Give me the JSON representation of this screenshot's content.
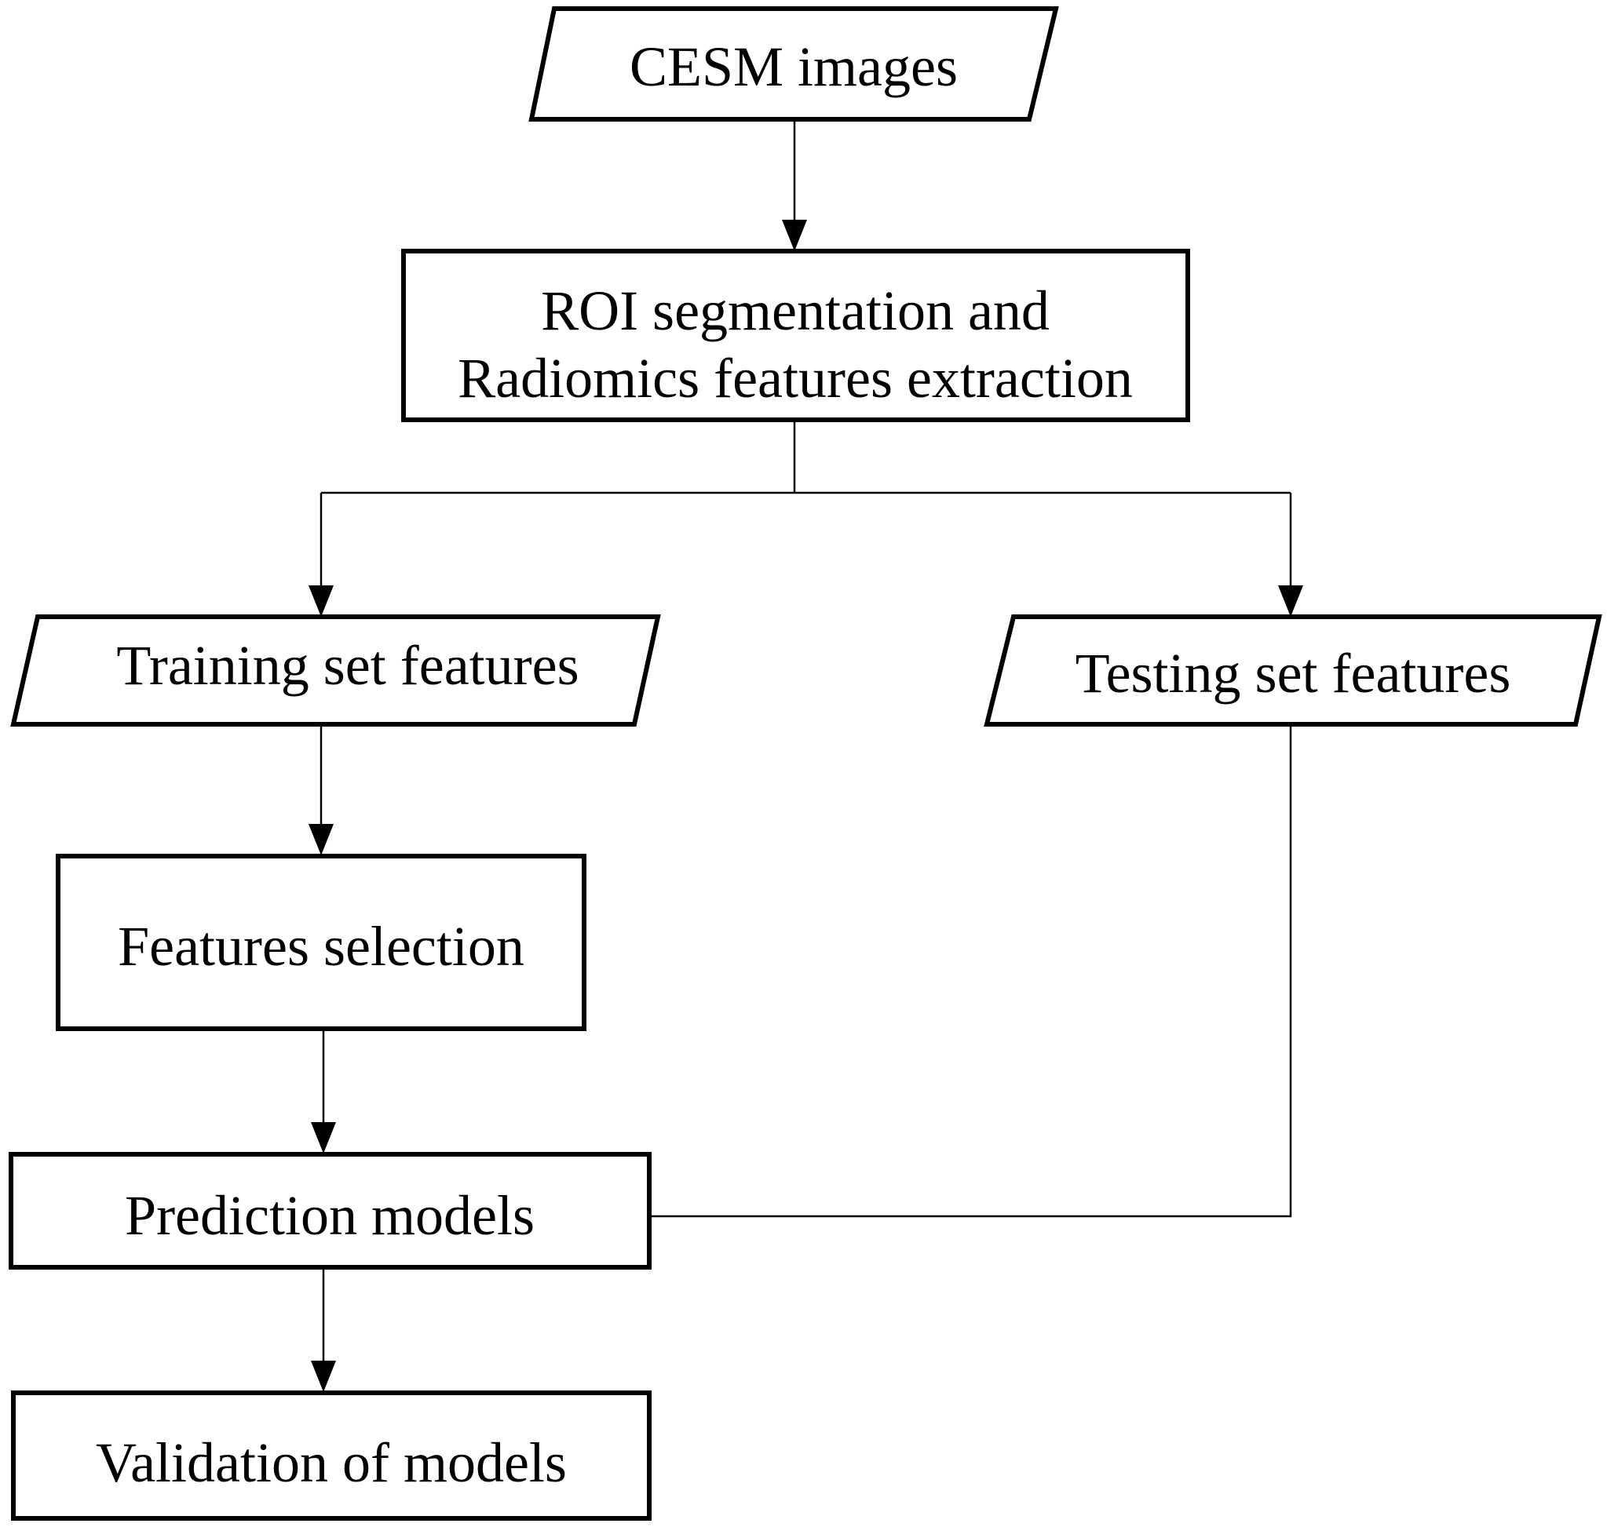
{
  "diagram": {
    "nodes": [
      {
        "id": "cesm-images",
        "shape": "parallelogram",
        "lines": [
          "CESM images"
        ]
      },
      {
        "id": "roi-extraction",
        "shape": "rectangle",
        "lines": [
          "ROI segmentation and",
          "Radiomics features extraction"
        ]
      },
      {
        "id": "training-set",
        "shape": "parallelogram",
        "lines": [
          "Training set features"
        ]
      },
      {
        "id": "testing-set",
        "shape": "parallelogram",
        "lines": [
          "Testing set features"
        ]
      },
      {
        "id": "features-selection",
        "shape": "rectangle",
        "lines": [
          "Features selection"
        ]
      },
      {
        "id": "prediction-models",
        "shape": "rectangle",
        "lines": [
          "Prediction models"
        ]
      },
      {
        "id": "validation",
        "shape": "rectangle",
        "lines": [
          "Validation of models"
        ]
      }
    ],
    "edges": [
      {
        "from": "cesm-images",
        "to": "roi-extraction",
        "arrow": true
      },
      {
        "from": "roi-extraction",
        "to": "training-set",
        "arrow": true
      },
      {
        "from": "roi-extraction",
        "to": "testing-set",
        "arrow": true
      },
      {
        "from": "training-set",
        "to": "features-selection",
        "arrow": true
      },
      {
        "from": "features-selection",
        "to": "prediction-models",
        "arrow": true
      },
      {
        "from": "testing-set",
        "to": "prediction-models",
        "arrow": false
      },
      {
        "from": "prediction-models",
        "to": "validation",
        "arrow": true
      }
    ]
  }
}
